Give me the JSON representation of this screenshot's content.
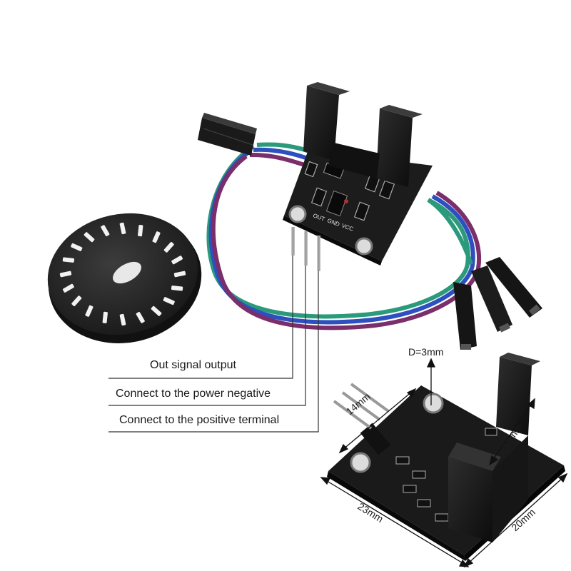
{
  "annotations": {
    "out_pin": "Out signal output",
    "gnd_pin": "Connect to the power negative",
    "vcc_pin": "Connect to the positive terminal"
  },
  "pin_labels": {
    "out": "OUT",
    "gnd": "GND",
    "vcc": "VCC"
  },
  "dimensions": {
    "hole_diameter": "D=3mm",
    "pin_spacing": "14mm",
    "slot_width": "10mm",
    "board_length": "23mm",
    "board_width": "20mm"
  },
  "colors": {
    "wire_green": "#2a9a7a",
    "wire_blue": "#2d4fbf",
    "wire_purple": "#7a2e6a",
    "pcb": "#1c1c1c",
    "encoder_disc": "#2a2a2a"
  }
}
